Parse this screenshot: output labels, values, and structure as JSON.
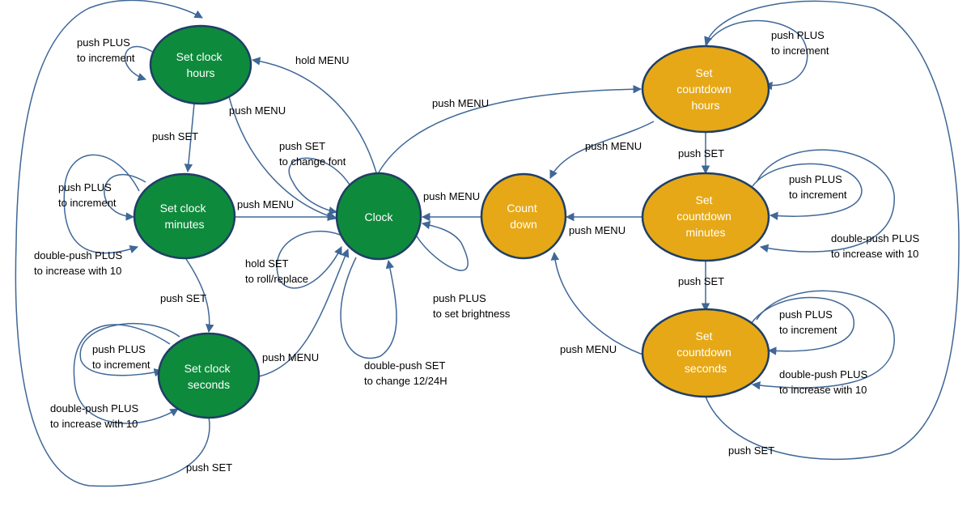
{
  "colors": {
    "clock_state_fill": "#0e8a3c",
    "countdown_state_fill": "#e6a817",
    "edge_stroke": "#3f6797",
    "node_stroke": "#1f3f66",
    "clock_text": "#ffffff",
    "countdown_text": "#ffffff"
  },
  "nodes": {
    "set_clock_hours": {
      "lines": [
        "Set clock",
        "hours"
      ]
    },
    "set_clock_minutes": {
      "lines": [
        "Set clock",
        "minutes"
      ]
    },
    "set_clock_seconds": {
      "lines": [
        "Set clock",
        "seconds"
      ]
    },
    "clock": {
      "lines": [
        "Clock"
      ]
    },
    "count_down": {
      "lines": [
        "Count",
        "down"
      ]
    },
    "set_countdown_hours": {
      "lines": [
        "Set",
        "countdown",
        "hours"
      ]
    },
    "set_countdown_minutes": {
      "lines": [
        "Set",
        "countdown",
        "minutes"
      ]
    },
    "set_countdown_seconds": {
      "lines": [
        "Set",
        "countdown",
        "seconds"
      ]
    }
  },
  "edge_labels": {
    "clock_hours_plus": [
      "push PLUS",
      "to increment"
    ],
    "hold_menu": [
      "hold MENU"
    ],
    "hours_push_menu": [
      "push MENU"
    ],
    "hours_to_minutes_set": [
      "push SET"
    ],
    "minutes_plus": [
      "push PLUS",
      "to increment"
    ],
    "minutes_push_menu": [
      "push MENU"
    ],
    "minutes_double_plus": [
      "double-push PLUS",
      "to increase with 10"
    ],
    "change_font": [
      "push SET",
      "to change font"
    ],
    "roll_replace": [
      "hold SET",
      "to roll/replace"
    ],
    "minutes_to_seconds_set": [
      "push SET"
    ],
    "seconds_plus": [
      "push PLUS",
      "to increment"
    ],
    "seconds_push_menu": [
      "push MENU"
    ],
    "seconds_double_plus": [
      "double-push PLUS",
      "to increase with 10"
    ],
    "seconds_to_hours_set": [
      "push SET"
    ],
    "change_12_24": [
      "double-push SET",
      "to change 12/24H"
    ],
    "brightness": [
      "push PLUS",
      "to set brightness"
    ],
    "clock_to_cd_hours": [
      "push MENU"
    ],
    "countdown_to_clock": [
      "push MENU"
    ],
    "cd_hours_to_countdown": [
      "push MENU"
    ],
    "cd_minutes_to_countdown": [
      "push MENU"
    ],
    "cd_seconds_to_countdown": [
      "push MENU"
    ],
    "cd_hours_to_minutes_set": [
      "push SET"
    ],
    "cd_minutes_to_seconds_set": [
      "push SET"
    ],
    "cd_seconds_to_hours_set": [
      "push SET"
    ],
    "cd_hours_plus": [
      "push PLUS",
      "to increment"
    ],
    "cd_minutes_plus": [
      "push PLUS",
      "to increment"
    ],
    "cd_minutes_double_plus": [
      "double-push PLUS",
      "to increase with 10"
    ],
    "cd_seconds_plus": [
      "push PLUS",
      "to increment"
    ],
    "cd_seconds_double_plus": [
      "double-push PLUS",
      "to increase with 10"
    ]
  }
}
